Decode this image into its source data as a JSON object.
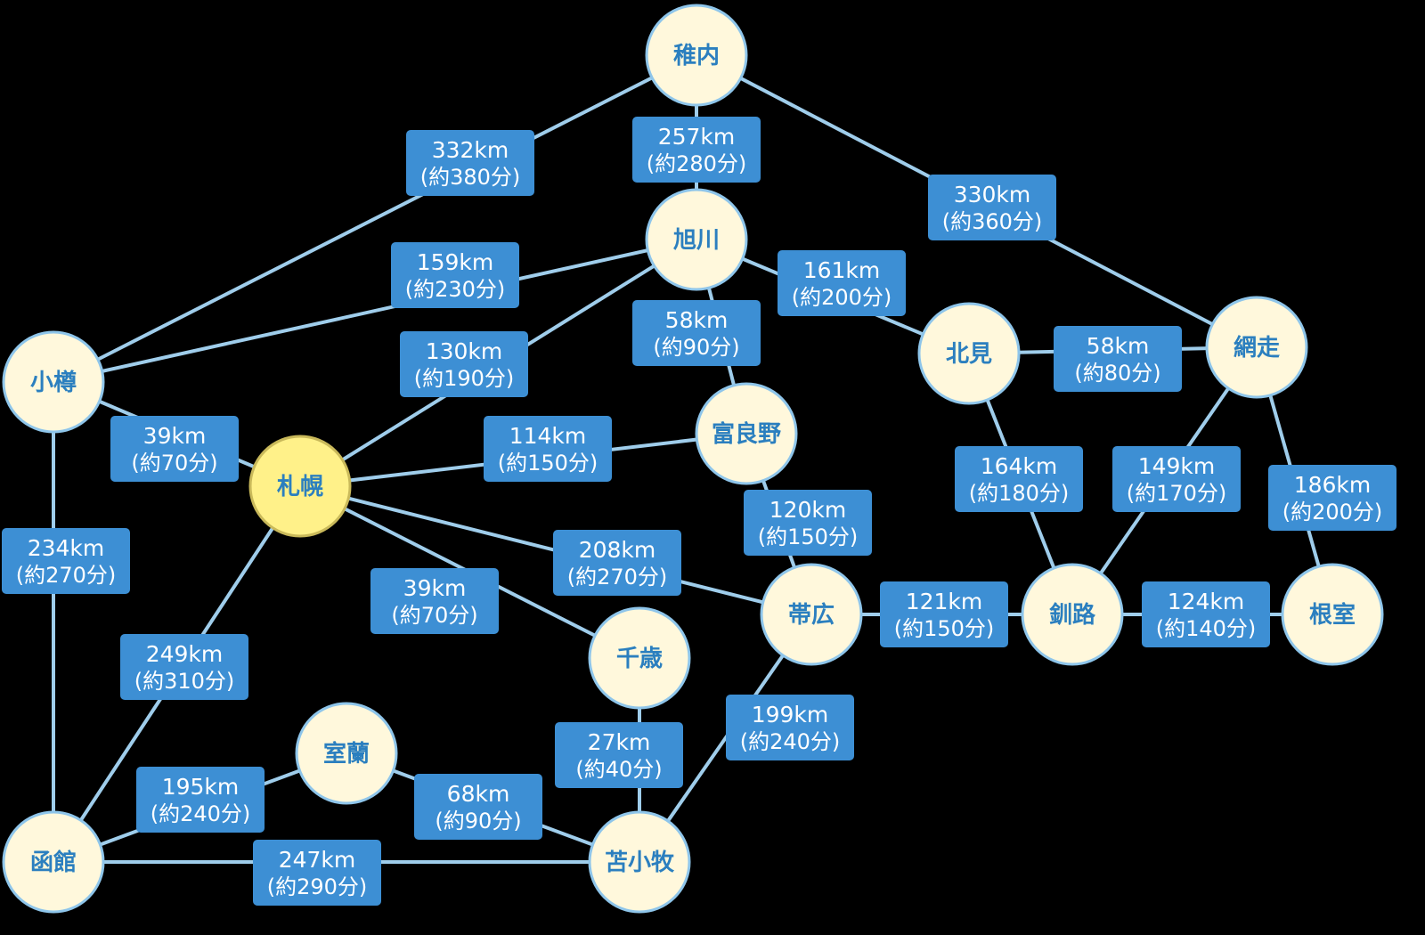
{
  "colors": {
    "background": "#000000",
    "edge_line": "#9fcdeb",
    "label_box": "#3d8fd4",
    "label_text": "#ffffff",
    "node_fill": "#fff8dc",
    "node_stroke": "#8ec5ea",
    "hub_fill": "#fff189",
    "hub_stroke": "#c9b95a",
    "node_text": "#2b7fbf"
  },
  "nodes": [
    {
      "id": "wakkanai",
      "name": "稚内"
    },
    {
      "id": "asahikawa",
      "name": "旭川"
    },
    {
      "id": "otaru",
      "name": "小樽"
    },
    {
      "id": "sapporo",
      "name": "札幌",
      "hub": true
    },
    {
      "id": "furano",
      "name": "富良野"
    },
    {
      "id": "kitami",
      "name": "北見"
    },
    {
      "id": "abashiri",
      "name": "網走"
    },
    {
      "id": "obihiro",
      "name": "帯広"
    },
    {
      "id": "kushiro",
      "name": "釧路"
    },
    {
      "id": "nemuro",
      "name": "根室"
    },
    {
      "id": "chitose",
      "name": "千歳"
    },
    {
      "id": "muroran",
      "name": "室蘭"
    },
    {
      "id": "hakodate",
      "name": "函館"
    },
    {
      "id": "tomakomai",
      "name": "苫小牧"
    }
  ],
  "edges": [
    {
      "from": "wakkanai",
      "to": "otaru",
      "distance": "332km",
      "time": "(約380分)"
    },
    {
      "from": "wakkanai",
      "to": "asahikawa",
      "distance": "257km",
      "time": "(約280分)"
    },
    {
      "from": "wakkanai",
      "to": "abashiri",
      "distance": "330km",
      "time": "(約360分)"
    },
    {
      "from": "asahikawa",
      "to": "otaru",
      "distance": "159km",
      "time": "(約230分)"
    },
    {
      "from": "asahikawa",
      "to": "kitami",
      "distance": "161km",
      "time": "(約200分)"
    },
    {
      "from": "asahikawa",
      "to": "furano",
      "distance": "58km",
      "time": "(約90分)"
    },
    {
      "from": "asahikawa",
      "to": "sapporo",
      "distance": "130km",
      "time": "(約190分)"
    },
    {
      "from": "kitami",
      "to": "abashiri",
      "distance": "58km",
      "time": "(約80分)"
    },
    {
      "from": "otaru",
      "to": "sapporo",
      "distance": "39km",
      "time": "(約70分)"
    },
    {
      "from": "sapporo",
      "to": "furano",
      "distance": "114km",
      "time": "(約150分)"
    },
    {
      "from": "furano",
      "to": "obihiro",
      "distance": "120km",
      "time": "(約150分)"
    },
    {
      "from": "kitami",
      "to": "kushiro",
      "distance": "164km",
      "time": "(約180分)"
    },
    {
      "from": "abashiri",
      "to": "kushiro",
      "distance": "149km",
      "time": "(約170分)"
    },
    {
      "from": "abashiri",
      "to": "nemuro",
      "distance": "186km",
      "time": "(約200分)"
    },
    {
      "from": "otaru",
      "to": "hakodate",
      "distance": "234km",
      "time": "(約270分)"
    },
    {
      "from": "sapporo",
      "to": "obihiro",
      "distance": "208km",
      "time": "(約270分)"
    },
    {
      "from": "sapporo",
      "to": "chitose",
      "distance": "39km",
      "time": "(約70分)"
    },
    {
      "from": "obihiro",
      "to": "kushiro",
      "distance": "121km",
      "time": "(約150分)"
    },
    {
      "from": "kushiro",
      "to": "nemuro",
      "distance": "124km",
      "time": "(約140分)"
    },
    {
      "from": "sapporo",
      "to": "hakodate",
      "distance": "249km",
      "time": "(約310分)"
    },
    {
      "from": "obihiro",
      "to": "tomakomai",
      "distance": "199km",
      "time": "(約240分)"
    },
    {
      "from": "chitose",
      "to": "tomakomai",
      "distance": "27km",
      "time": "(約40分)"
    },
    {
      "from": "hakodate",
      "to": "muroran",
      "distance": "195km",
      "time": "(約240分)"
    },
    {
      "from": "muroran",
      "to": "tomakomai",
      "distance": "68km",
      "time": "(約90分)"
    },
    {
      "from": "hakodate",
      "to": "tomakomai",
      "distance": "247km",
      "time": "(約290分)"
    }
  ]
}
